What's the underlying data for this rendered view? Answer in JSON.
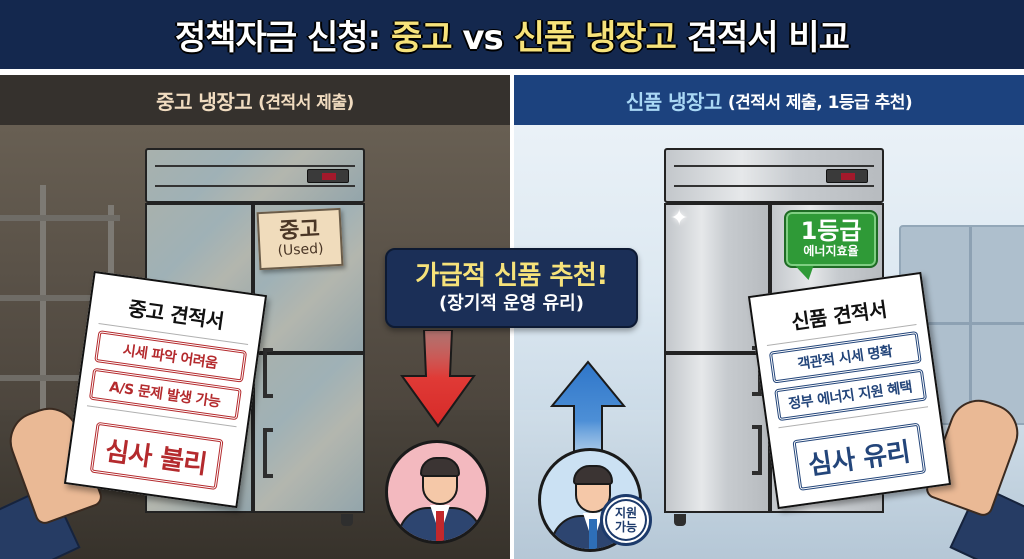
{
  "header": {
    "title_part1": "정책자금 신청: ",
    "title_highlight1": "중고",
    "title_mid": " vs ",
    "title_highlight2": "신품 냉장고",
    "title_part2": " 견적서 비교"
  },
  "left_panel": {
    "heading_main": "중고 냉장고",
    "heading_sub": "(견적서 제출)",
    "fridge_tag": {
      "label": "중고",
      "sub": "(Used)"
    },
    "quote_sheet": {
      "title": "중고 견적서",
      "items": [
        "시세 파악 어려움",
        "A/S 문제 발생 가능"
      ],
      "verdict": "심사 불리"
    },
    "arrow_color": "#e03a36",
    "avatar_bg": "#f3b9bf"
  },
  "right_panel": {
    "heading_main": "신품 냉장고",
    "heading_sub": "(견적서 제출, 1등급 추천)",
    "fridge_tag": {
      "label": "1등급",
      "sub": "에너지효율"
    },
    "quote_sheet": {
      "title": "신품 견적서",
      "items": [
        "객관적 시세 명확",
        "정부 에너지 지원 혜택"
      ],
      "verdict": "심사 유리"
    },
    "arrow_color": "#2f76c9",
    "avatar_bg": "#cbe1f3",
    "support_badge": {
      "line1": "지원",
      "line2": "가능"
    }
  },
  "callout": {
    "main": "가급적 신품 추천!",
    "sub": "(장기적 운영 유리)"
  },
  "colors": {
    "title_bg": "#14284e",
    "highlight": "#f6e27a",
    "left_head_bg": "#35312d",
    "right_head_bg": "#1c427e",
    "stamp_red": "#b42a2d",
    "stamp_blue": "#23457a",
    "grade_green": "#2f9a37"
  }
}
